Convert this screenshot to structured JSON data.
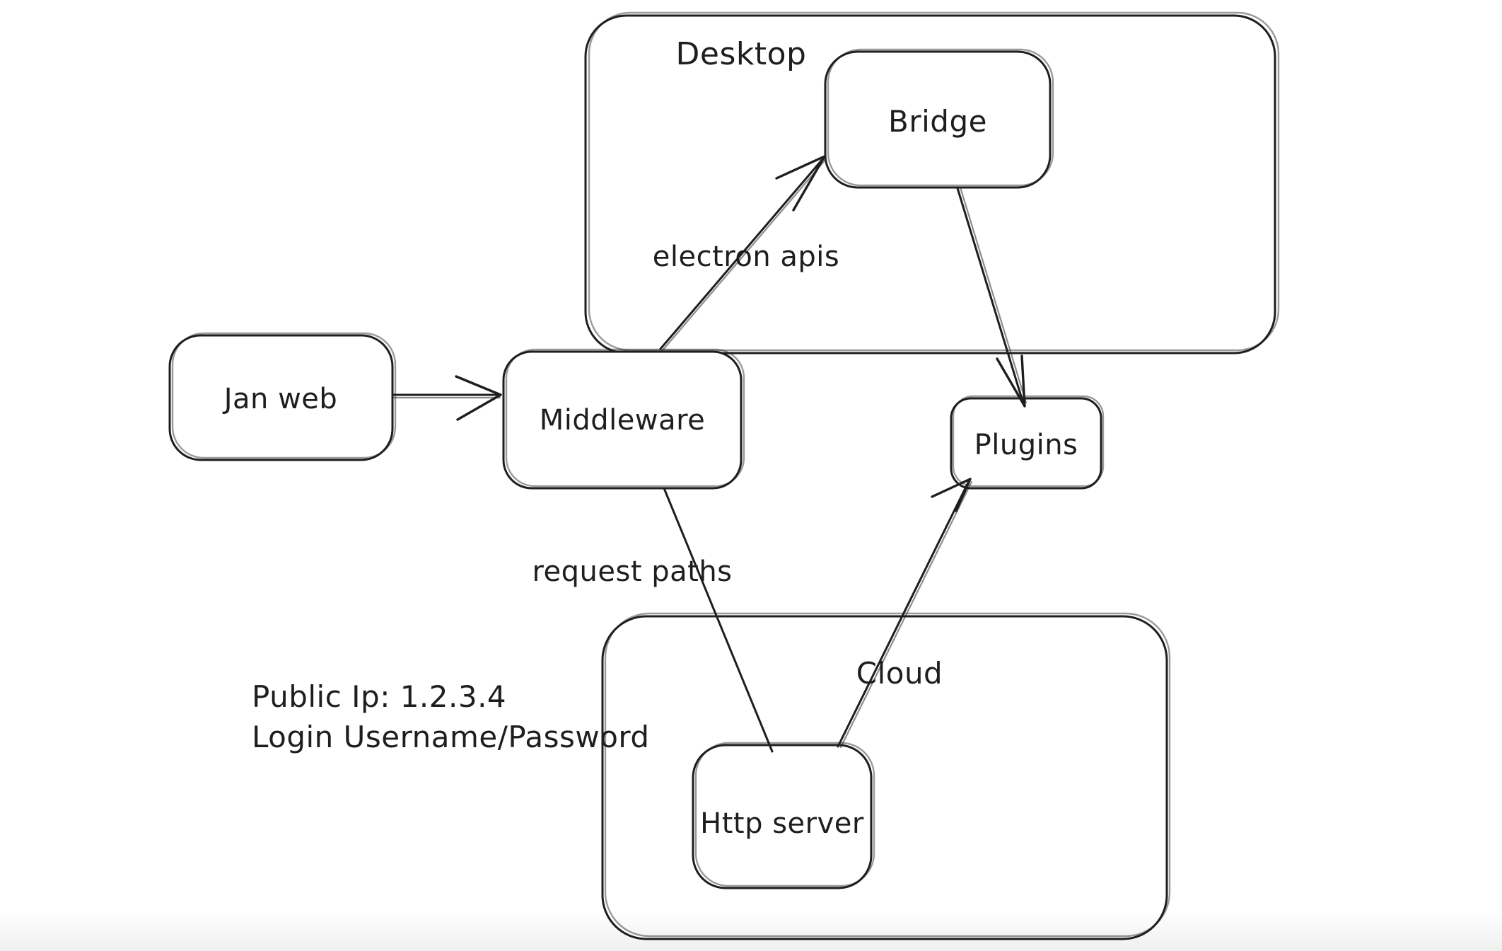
{
  "canvas": {
    "background_color": "#ffffff",
    "ink_color": "#1e1e1e",
    "style": "hand-drawn whiteboard sketch"
  },
  "containers": {
    "desktop": {
      "label": "Desktop"
    },
    "cloud": {
      "label": "Cloud"
    }
  },
  "nodes": {
    "jan_web": {
      "label": "Jan web"
    },
    "middleware": {
      "label": "Middleware"
    },
    "bridge": {
      "label": "Bridge"
    },
    "plugins": {
      "label": "Plugins"
    },
    "http_server": {
      "label": "Http server"
    }
  },
  "edges": [
    {
      "from": "Jan web",
      "to": "Middleware",
      "label": "",
      "arrowhead": "end"
    },
    {
      "from": "Middleware",
      "to": "Bridge",
      "label": "electron apis",
      "arrowhead": "end"
    },
    {
      "from": "Bridge",
      "to": "Plugins",
      "label": "",
      "arrowhead": "end"
    },
    {
      "from": "Middleware",
      "to": "Http server",
      "label": "request paths",
      "arrowhead": "none"
    },
    {
      "from": "Http server",
      "to": "Plugins",
      "label": "",
      "arrowhead": "end"
    }
  ],
  "notes": {
    "public_ip": "Public Ip: 1.2.3.4",
    "login": "Login Username/Password"
  }
}
